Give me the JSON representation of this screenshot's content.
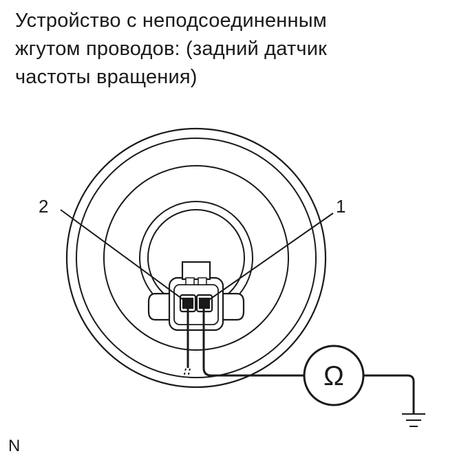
{
  "caption": {
    "lines": [
      "Устройство с неподсоединенным",
      "жгутом проводов: (задний датчик",
      "частоты вращения)"
    ]
  },
  "diagram": {
    "callouts": [
      "1",
      "2"
    ],
    "meter_symbol": "Ω",
    "corner_code": "N"
  }
}
